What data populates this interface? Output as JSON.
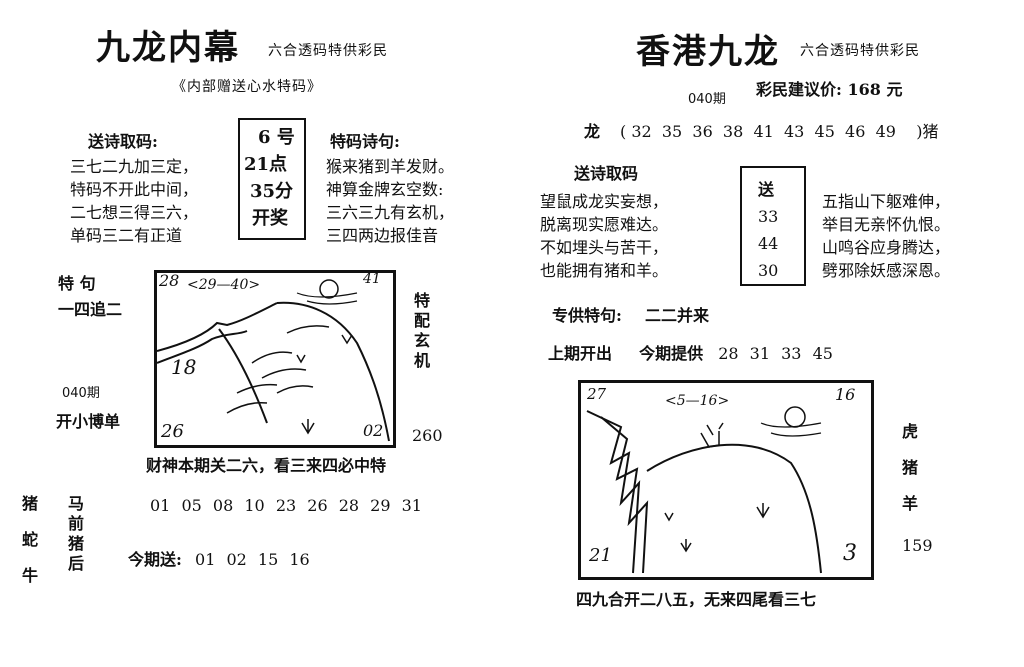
{
  "left": {
    "title": "九龙内幕",
    "subtitle": "六合透码特供彩民",
    "tagline": "《内部赠送心水特码》",
    "poem_heading": "送诗取码:",
    "poem_lines": [
      "三七二九加三定，",
      "特码不开此中间，",
      "二七想三得三六，",
      "单码三二有正道"
    ],
    "draw_time_lines": [
      "6 号",
      "21点",
      "35分",
      "开奖"
    ],
    "special_poem_heading": "特码诗句:",
    "special_poem_lines": [
      "猴来猪到羊发财。",
      "神算金牌玄空数:",
      "三六三九有玄机，",
      "三四两边报佳音"
    ],
    "special_phrase_label": "特    句",
    "special_phrase": "一四追二",
    "issue": "040期",
    "small_bet": "开小博单",
    "side_vertical": "特配玄机",
    "side_number": "260",
    "picture_numbers": [
      "28",
      "<29—40>",
      "41",
      "18",
      "26",
      "02"
    ],
    "caption": "财神本期关二六，看三来四必中特",
    "zodiac_vertical": [
      "猪",
      "蛇",
      "牛"
    ],
    "horse_lines": [
      "马",
      "前",
      "猪",
      "后"
    ],
    "numbers": [
      "01",
      "05",
      "08",
      "10",
      "23",
      "26",
      "28",
      "29",
      "31"
    ],
    "today_label": "今期送:",
    "today_numbers": [
      "01",
      "02",
      "15",
      "16"
    ]
  },
  "right": {
    "title": "香港九龙",
    "subtitle": "六合透码特供彩民",
    "issue": "040期",
    "price": "彩民建议价:  168 元",
    "dragon_label": "龙",
    "dragon_numbers": "( 32  35  36  38  41  43  45  46  49    )猪",
    "poem_heading": "送诗取码",
    "poem_lines": [
      "望鼠成龙实妄想，",
      "脱离现实愿难达。",
      "不如埋头与苦干，",
      "也能拥有猪和羊。"
    ],
    "send_label": "送",
    "send_numbers": [
      "33",
      "44",
      "30"
    ],
    "poem_right_lines": [
      "五指山下躯难伸，",
      "举目无亲怀仇恨。",
      "山鸣谷应身腾达，",
      "劈邪除妖感深恩。"
    ],
    "special_label": "专供特句:",
    "special_text": "二二并来",
    "last_issue_label": "上期开出",
    "this_issue_label": "今期提供",
    "this_issue_numbers": [
      "28",
      "31",
      "33",
      "45"
    ],
    "picture_numbers": [
      "27",
      "<5—16>",
      "16",
      "21",
      "3"
    ],
    "zodiac_vertical": [
      "虎",
      "猪",
      "羊"
    ],
    "side_number": "159",
    "caption": "四九合开二八五，无来四尾看三七"
  }
}
